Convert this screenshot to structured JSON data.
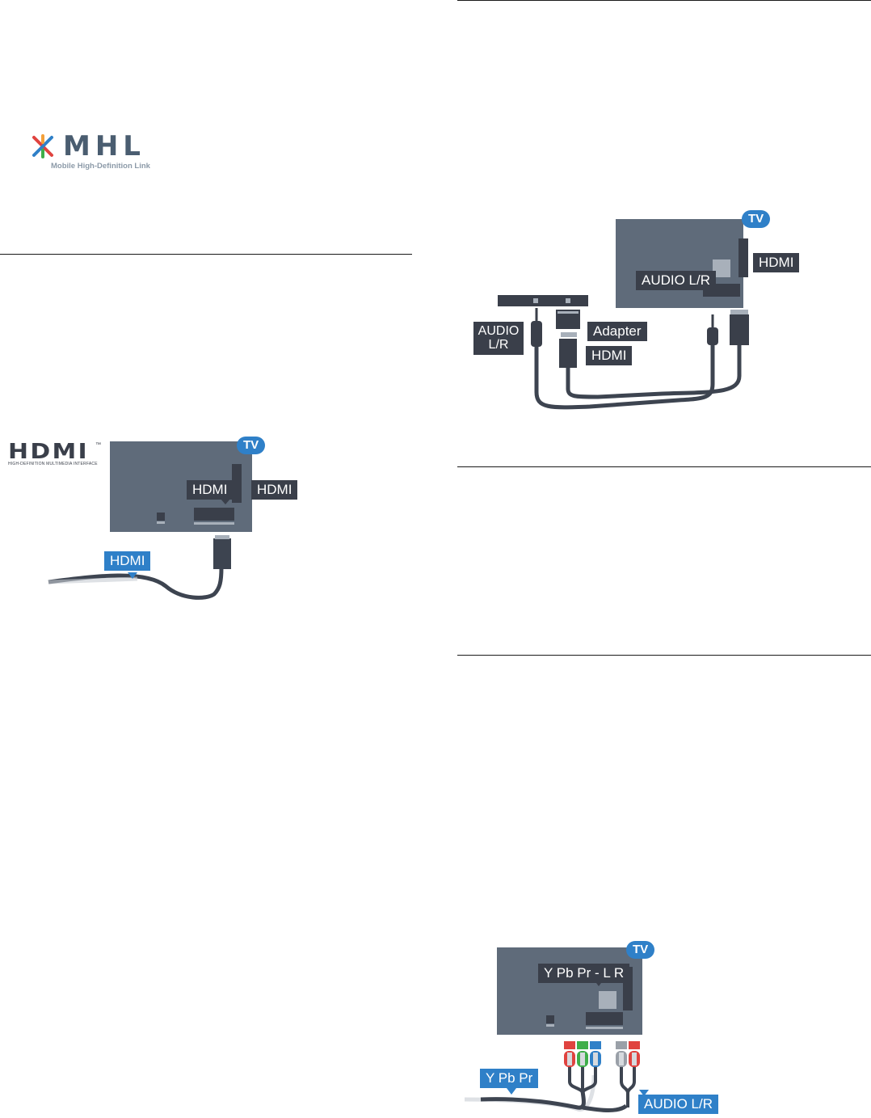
{
  "mhl_logo": {
    "wordmark": "MHL",
    "tagline": "Mobile High-Definition Link"
  },
  "hdmi_logo": {
    "wordmark": "HDMI",
    "trademark": "™",
    "tagline": "HIGH-DEFINITION MULTIMEDIA INTERFACE"
  },
  "diagram_hdmi": {
    "tv_badge": "TV",
    "port_label_1": "HDMI",
    "port_label_2": "HDMI",
    "cable_label": "HDMI"
  },
  "diagram_adapter": {
    "tv_badge": "TV",
    "tv_port_hdmi": "HDMI",
    "tv_port_audio": "AUDIO L/R",
    "audio_label_line1": "AUDIO",
    "audio_label_line2": "L/R",
    "adapter_label": "Adapter",
    "hdmi_label": "HDMI"
  },
  "diagram_component": {
    "tv_badge": "TV",
    "port_label": "Y Pb Pr - L R",
    "cable_label": "Y Pb Pr",
    "audio_label": "AUDIO L/R"
  },
  "colors": {
    "tv_body": "#5f6b7a",
    "label_dark": "#3a3f4a",
    "label_blue": "#2f80c8",
    "cable": "#3d4450",
    "rca_red": "#e0433f",
    "rca_green": "#3fae4a",
    "rca_blue": "#2f80c8",
    "rca_grey": "#9aa0a8"
  }
}
